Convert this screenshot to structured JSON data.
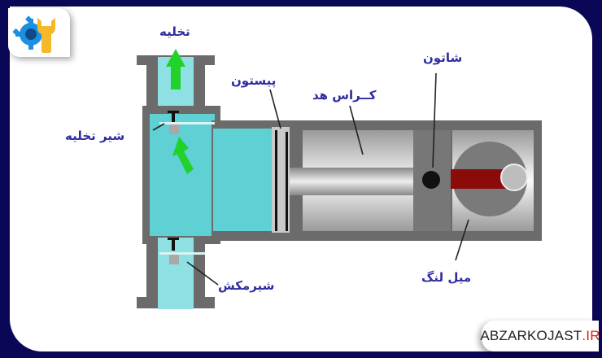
{
  "diagram": {
    "type": "reciprocating-pump-cross-section",
    "labels": {
      "discharge": "تخلیه",
      "discharge_valve": "شیر تخلیه",
      "piston": "پیستون",
      "crosshead": "کــراس هد",
      "connecting_rod": "شاتون",
      "suction_valve": "شیرمکش",
      "crankshaft": "میل لنگ"
    },
    "colors": {
      "frame": "#0b0757",
      "fluid": "#5fd0d3",
      "casing": "#6b6b6b",
      "flow_arrow": "#22d12a",
      "label_text": "#2e2ea0",
      "rod": "#8b0a0a"
    }
  },
  "branding": {
    "site_name": "ABZARKOJAST",
    "site_tld": ".IR",
    "logo_icon": "gear-wrench-icon"
  }
}
